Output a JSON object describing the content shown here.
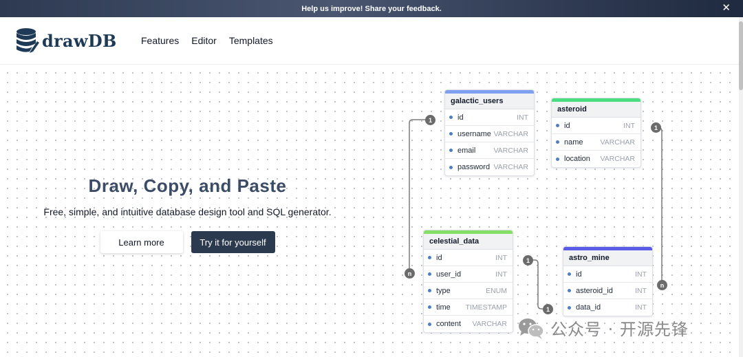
{
  "banner": {
    "text": "Help us improve! Share your feedback.",
    "close": "✕"
  },
  "brand": {
    "name": "drawDB",
    "logo_icon": "database-icon",
    "color": "#1e3a56"
  },
  "nav": {
    "items": [
      "Features",
      "Editor",
      "Templates"
    ]
  },
  "hero": {
    "title": "Draw, Copy, and Paste",
    "subtitle": "Free, simple, and intuitive database design tool and SQL generator.",
    "learn_more": "Learn more",
    "try_it": "Try it for yourself"
  },
  "tables": [
    {
      "name": "galactic_users",
      "color": "#7da1f0",
      "fields": [
        {
          "name": "id",
          "type": "INT"
        },
        {
          "name": "username",
          "type": "VARCHAR"
        },
        {
          "name": "email",
          "type": "VARCHAR"
        },
        {
          "name": "password",
          "type": "VARCHAR"
        }
      ]
    },
    {
      "name": "asteroid",
      "color": "#4ade80",
      "fields": [
        {
          "name": "id",
          "type": "INT"
        },
        {
          "name": "name",
          "type": "VARCHAR"
        },
        {
          "name": "location",
          "type": "VARCHAR"
        }
      ]
    },
    {
      "name": "celestial_data",
      "color": "#86e068",
      "fields": [
        {
          "name": "id",
          "type": "INT"
        },
        {
          "name": "user_id",
          "type": "INT"
        },
        {
          "name": "type",
          "type": "ENUM"
        },
        {
          "name": "time",
          "type": "TIMESTAMP"
        },
        {
          "name": "content",
          "type": "VARCHAR"
        }
      ]
    },
    {
      "name": "astro_mine",
      "color": "#5b5be8",
      "fields": [
        {
          "name": "id",
          "type": "INT"
        },
        {
          "name": "asteroid_id",
          "type": "INT"
        },
        {
          "name": "data_id",
          "type": "INT"
        }
      ]
    }
  ],
  "relations": {
    "one": "1",
    "many": "n"
  },
  "watermark": {
    "text": "公众号 · 开源先锋",
    "icon": "wechat-icon"
  }
}
